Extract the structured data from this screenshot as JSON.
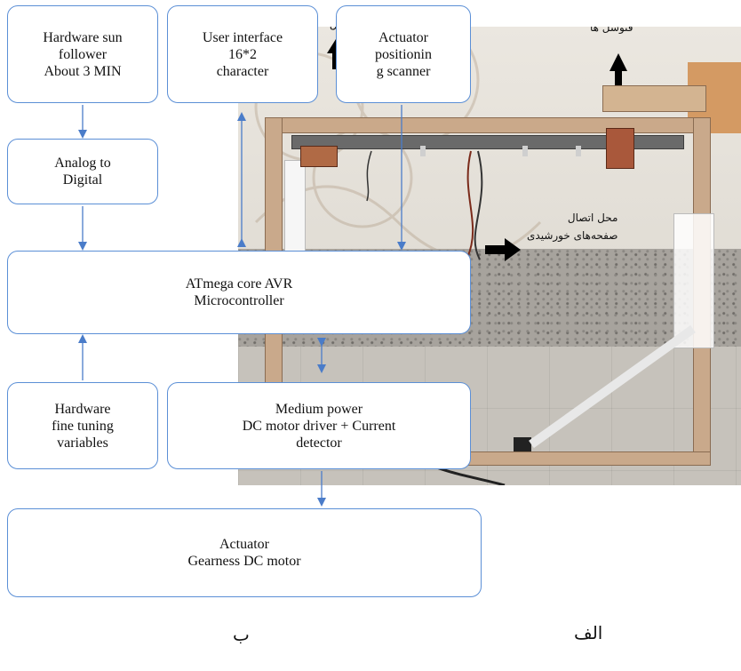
{
  "boxes": {
    "sun_follower": "Hardware sun\nfollower\nAbout 3 MIN",
    "user_interface": "User interface\n16*2\ncharacter",
    "actuator_scanner": "Actuator\npositionin\ng scanner",
    "adc": "Analog to\nDigital",
    "mcu": "ATmega core  AVR\nMicrocontroller",
    "fine_tuning": "Hardware\nfine tuning\nvariables",
    "motor_driver": "Medium power\nDC motor driver + Current\ndetector",
    "actuator_motor": "Actuator\nGearness DC motor"
  },
  "photo_labels": {
    "photocells": "فتوسل ها",
    "panel_mount": "محل اتصال\nصفحه‌های خورشیدی",
    "partial_top": "ش"
  },
  "captions": {
    "right": "الف",
    "left": "ب"
  },
  "colors": {
    "box_border": "#5b8fd6",
    "arrow": "#4a7cc9"
  }
}
